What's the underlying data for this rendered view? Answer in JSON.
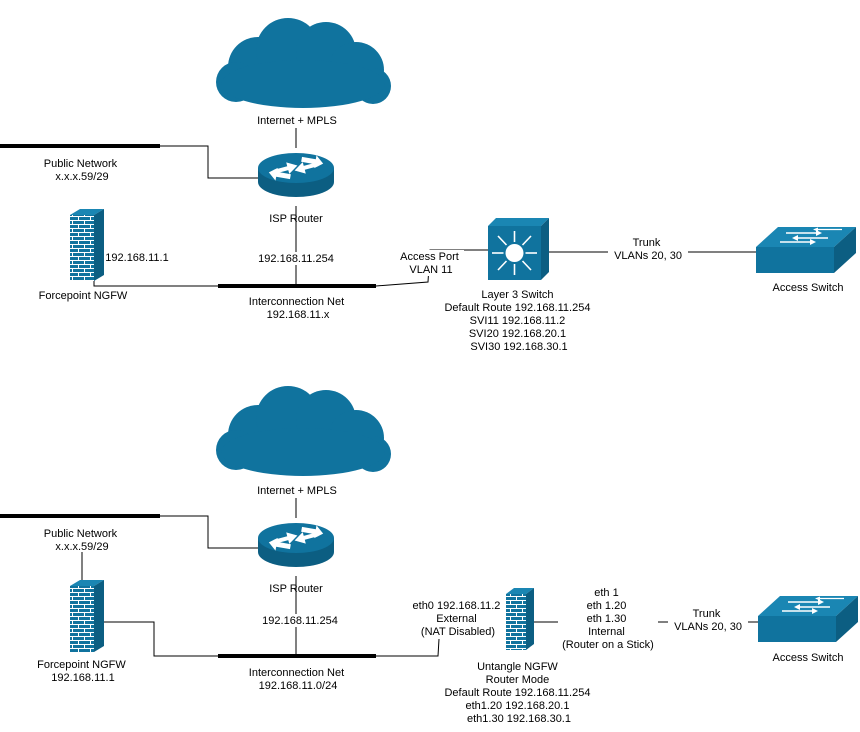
{
  "colors": {
    "device": "#10739e",
    "line": "#000000",
    "background": "#ffffff"
  },
  "icons": {
    "cloud": "cloud-icon",
    "router": "router-icon",
    "firewall": "firewall-brick-icon",
    "l3_switch": "layer3-switch-icon",
    "access_switch": "access-switch-icon"
  },
  "top": {
    "cloud_label": "Internet + MPLS",
    "isp_router_label": "ISP Router",
    "public_network": [
      "Public Network",
      "x.x.x.59/29"
    ],
    "forcepoint": [
      "Forcepoint NGFW"
    ],
    "fw_ip": "192.168.11.1",
    "isp_ip": "192.168.11.254",
    "interconnection": [
      "Interconnection Net",
      "192.168.11.x"
    ],
    "access_port": [
      "Access Port",
      "VLAN 11"
    ],
    "l3_switch": [
      "Layer 3 Switch",
      "Default Route 192.168.11.254",
      "SVI11 192.168.11.2",
      "SVI20 192.168.20.1",
      "SVI30 192.168.30.1"
    ],
    "trunk": [
      "Trunk",
      "VLANs 20, 30"
    ],
    "access_switch_label": "Access Switch"
  },
  "bottom": {
    "cloud_label": "Internet + MPLS",
    "isp_router_label": "ISP Router",
    "public_network": [
      "Public Network",
      "x.x.x.59/29"
    ],
    "forcepoint": [
      "Forcepoint NGFW",
      "192.168.11.1"
    ],
    "isp_ip": "192.168.11.254",
    "interconnection": [
      "Interconnection Net",
      "192.168.11.0/24"
    ],
    "eth0": [
      "eth0 192.168.11.2",
      "External",
      "(NAT Disabled)"
    ],
    "untangle": [
      "Untangle NGFW",
      "Router Mode",
      "Default Route 192.168.11.254",
      "eth1.20 192.168.20.1",
      "eth1.30 192.168.30.1"
    ],
    "eth1": [
      "eth 1",
      "eth 1.20",
      "eth 1.30",
      "Internal",
      "(Router on a Stick)"
    ],
    "trunk": [
      "Trunk",
      "VLANs 20, 30"
    ],
    "access_switch_label": "Access Switch"
  }
}
